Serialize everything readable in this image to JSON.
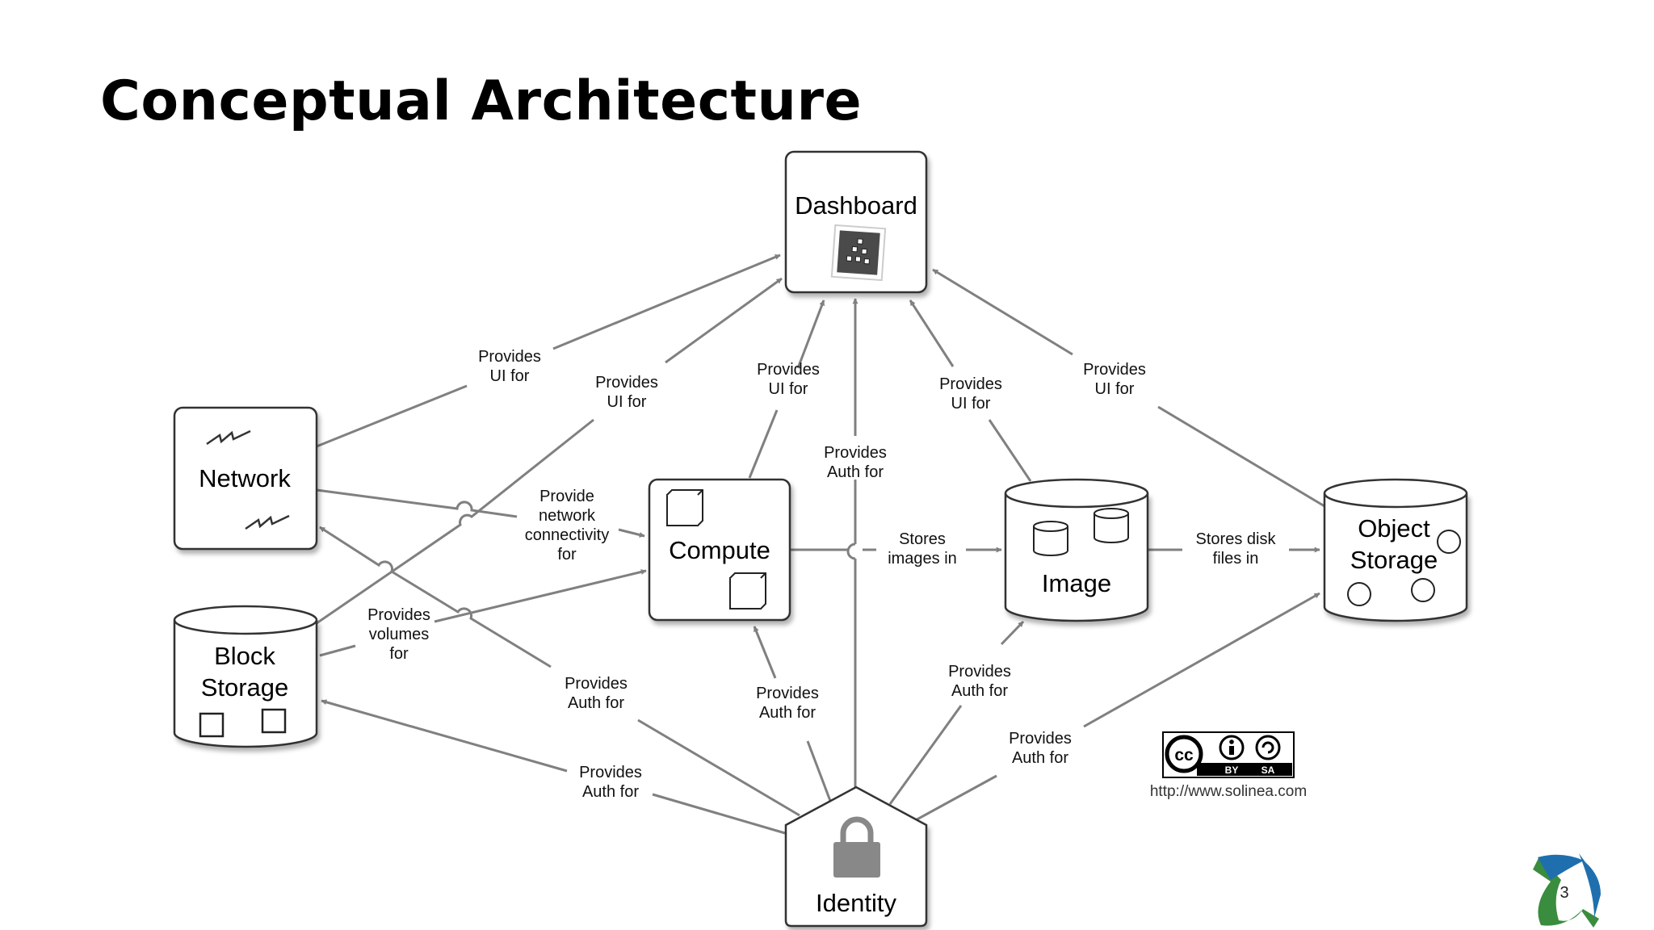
{
  "title": "Conceptual Architecture",
  "nodes": {
    "dashboard": "Dashboard",
    "network": "Network",
    "compute": "Compute",
    "image": "Image",
    "object_storage": [
      "Object",
      "Storage"
    ],
    "block_storage": [
      "Block",
      "Storage"
    ],
    "identity": "Identity"
  },
  "edges": {
    "network_ui": [
      "Provides",
      "UI for"
    ],
    "block_ui": [
      "Provides",
      "UI for"
    ],
    "compute_ui": [
      "Provides",
      "UI for"
    ],
    "identity_auth_dashboard": [
      "Provides",
      "Auth for"
    ],
    "image_ui": [
      "Provides",
      "UI for"
    ],
    "object_ui": [
      "Provides",
      "UI for"
    ],
    "network_connectivity": [
      "Provide",
      "network",
      "connectivity",
      "for"
    ],
    "block_volumes": [
      "Provides",
      "volumes",
      "for"
    ],
    "compute_images": [
      "Stores",
      "images in"
    ],
    "image_files": [
      "Stores disk",
      "files in"
    ],
    "identity_auth_network": [
      "Provides",
      "Auth for"
    ],
    "identity_auth_compute": [
      "Provides",
      "Auth for"
    ],
    "identity_auth_image": [
      "Provides",
      "Auth for"
    ],
    "identity_auth_block": [
      "Provides",
      "Auth for"
    ],
    "identity_auth_object": [
      "Provides",
      "Auth for"
    ]
  },
  "license": {
    "cc": "cc",
    "by": "BY",
    "sa": "SA",
    "url": "http://www.solinea.com"
  },
  "page_number": "3",
  "colors": {
    "line": "#808080",
    "box_stroke": "#333333",
    "icon_dark": "#4a4a4a"
  }
}
